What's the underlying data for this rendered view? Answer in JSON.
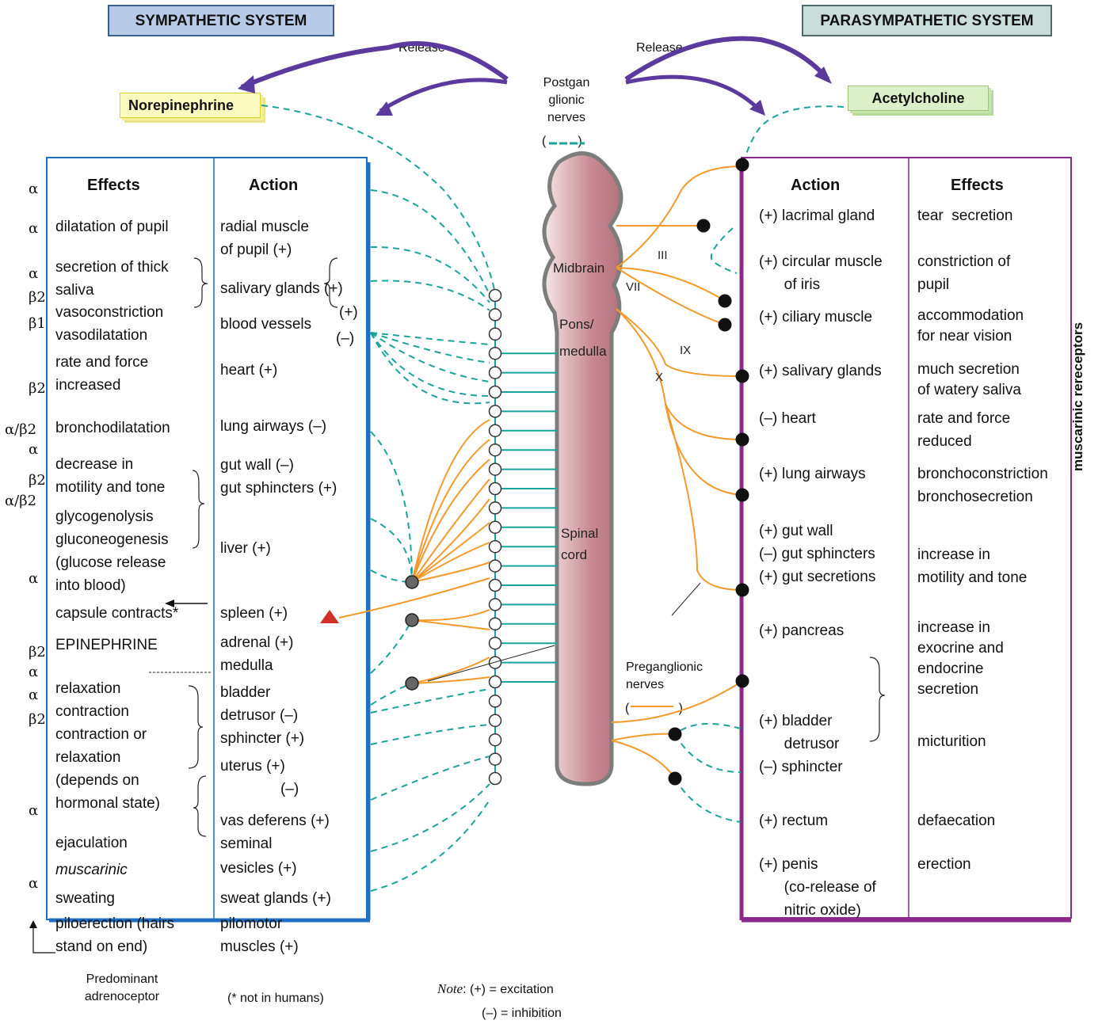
{
  "headers": {
    "sympathetic": "SYMPATHETIC SYSTEM",
    "parasympathetic": "PARASYMPATHETIC SYSTEM",
    "norepinephrine": "Norepinephrine",
    "acetylcholine": "Acetylcholine",
    "release_left": "Release",
    "release_right": "Release",
    "postganglionic": "Postgan\nglionic\nnerves",
    "postganglionic_paren": "(         )",
    "preganglionic": "Preganglionic\nnerves",
    "preganglionic_paren": "(              )"
  },
  "cord": {
    "midbrain": "Midbrain",
    "pons": "Pons/\nmedulla",
    "spinal": "Spinal\ncord",
    "nerve_III": "III",
    "nerve_VII": "VII",
    "nerve_IX": "IX",
    "nerve_X": "X"
  },
  "symp": {
    "effects_head": "Effects",
    "action_head": "Action",
    "receptors": [
      "α",
      "α",
      "α",
      "β2",
      "β1",
      "β2",
      "α/β2",
      "α",
      "β2",
      "α/β2",
      "α",
      "β2",
      "α",
      "α",
      "β2",
      "α",
      "α"
    ],
    "effects": [
      "dilatation of pupil",
      "secretion of thick\nsaliva",
      "vasoconstriction\nvasodilatation",
      "rate and force\nincreased",
      "bronchodilatation",
      "decrease in\nmotility and tone",
      "glycogenolysis\ngluconeogenesis\n(glucose release\ninto blood)",
      "capsule contracts*",
      "EPINEPHRINE",
      "relaxation\ncontraction\ncontraction or\nrelaxation\n(depends on\nhormonal state)",
      "ejaculation",
      "muscarinic",
      "sweating",
      "piloerection (hairs\nstand on end)"
    ],
    "actions": [
      "radial muscle\nof pupil (+)",
      "salivary glands (+)",
      "blood vessels",
      "(+)",
      "(–)",
      "heart (+)",
      "lung airways (–)",
      "gut wall (–)\ngut sphincters (+)",
      "liver (+)",
      "spleen (+)",
      "adrenal (+)\nmedulla",
      "bladder\ndetrusor (–)\nsphincter (+)",
      "uterus (+)",
      "(–)",
      "vas deferens (+)\nseminal",
      "vesicles (+)",
      "sweat glands (+)",
      "pilomotor\nmuscles (+)"
    ],
    "predominant": "Predominant\nadrenoceptor",
    "not_in_humans": "(* not in humans)"
  },
  "para": {
    "action_head": "Action",
    "effects_head": "Effects",
    "actions": [
      "(+) lacrimal gland",
      "(+) circular muscle\n      of iris",
      "(+) ciliary muscle",
      "(+) salivary glands",
      "(–) heart",
      "(+) lung airways",
      "(+) gut wall\n(–) gut sphincters\n(+) gut secretions",
      "(+) pancreas",
      "(+) bladder\n      detrusor\n(–) sphincter",
      "(+) rectum",
      "(+) penis\n      (co-release of\n      nitric oxide)"
    ],
    "effects": [
      "tear  secretion",
      "constriction of\npupil",
      "accommodation\nfor near vision",
      "much secretion\nof watery saliva",
      "rate and force\nreduced",
      "bronchoconstriction\nbronchosecretion",
      "increase in\nmotility and tone",
      "increase in\nexocrine and\nendocrine\nsecretion",
      "micturition",
      "defaecation",
      "erection"
    ],
    "side_label": "muscarinic rereceptors"
  },
  "note": {
    "label": "Note",
    "excitation": ": (+) = excitation",
    "inhibition": "(–) = inhibition"
  },
  "colors": {
    "sym_border": "#1f6fc4",
    "para_border": "#8b2a8b",
    "orange": "#f39a2b",
    "teal": "#1aa39a",
    "arrow": "#5b3a9e"
  }
}
